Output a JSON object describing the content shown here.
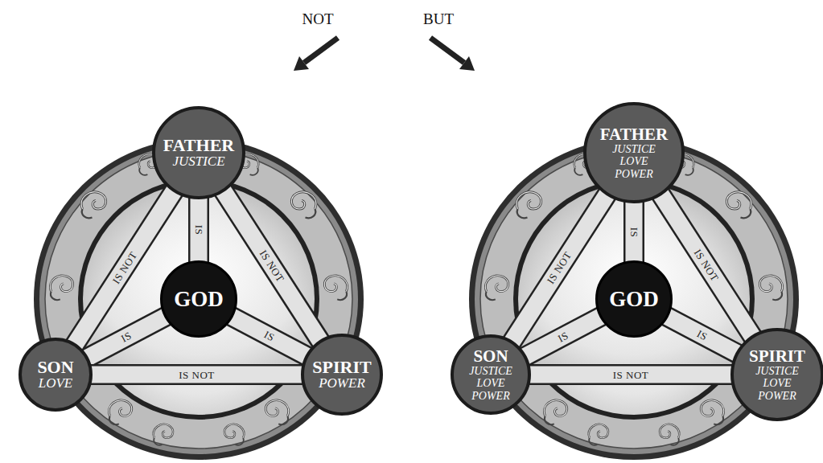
{
  "diagram": {
    "nodes": [
      {
        "text": [
          "FATHER",
          "JUSTICE"
        ]
      },
      {
        "text": [
          "GOD"
        ]
      },
      {
        "text": [
          "SON",
          "LOVE"
        ]
      },
      {
        "text": [
          "SPIRIT",
          "POWER"
        ]
      },
      {
        "text": [
          "FATHER",
          "JUSTICE",
          "LOVE",
          "POWER"
        ]
      },
      {
        "text": [
          "GOD"
        ]
      },
      {
        "text": [
          "SON",
          "JUSTICE",
          "LOVE",
          "POWER"
        ]
      },
      {
        "text": [
          "SPIRIT",
          "JUSTICE",
          "LOVE",
          "POWER"
        ]
      }
    ],
    "edges": [
      {
        "from": 0,
        "to": 1,
        "arrow": "none",
        "label": "IS"
      },
      {
        "from": 2,
        "to": 1,
        "arrow": "none",
        "label": "IS"
      },
      {
        "from": 3,
        "to": 1,
        "arrow": "none",
        "label": "IS"
      },
      {
        "from": 0,
        "to": 2,
        "arrow": "none",
        "label": "IS NOT"
      },
      {
        "from": 0,
        "to": 3,
        "arrow": "none",
        "label": "IS NOT"
      },
      {
        "from": 2,
        "to": 3,
        "arrow": "none",
        "label": "IS NOT"
      },
      {
        "from": 4,
        "to": 5,
        "arrow": "none",
        "label": "IS"
      },
      {
        "from": 6,
        "to": 5,
        "arrow": "none",
        "label": "IS"
      },
      {
        "from": 7,
        "to": 5,
        "arrow": "none",
        "label": "IS"
      },
      {
        "from": 4,
        "to": 6,
        "arrow": "none",
        "label": "IS NOT"
      },
      {
        "from": 4,
        "to": 7,
        "arrow": "none",
        "label": "IS NOT"
      },
      {
        "from": 6,
        "to": 7,
        "arrow": "none",
        "label": "IS NOT"
      }
    ],
    "labels": [
      "NOT",
      "BUT"
    ]
  }
}
